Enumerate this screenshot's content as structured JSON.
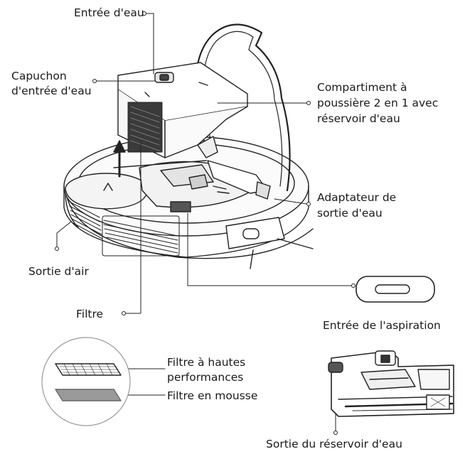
{
  "labels": {
    "water_inlet": "Entrée d'eau",
    "water_inlet_cap_line1": "Capuchon",
    "water_inlet_cap_line2": "d'entrée d'eau",
    "dustbin_line1": "Compartiment à",
    "dustbin_line2": "poussière 2 en 1 avec",
    "dustbin_line3": "réservoir d'eau",
    "outlet_adapter_line1": "Adaptateur de",
    "outlet_adapter_line2": "sortie d'eau",
    "air_outlet": "Sortie d'air",
    "filter": "Filtre",
    "suction_inlet": "Entrée de l'aspiration",
    "hepa_filter_line1": "Filtre à hautes",
    "hepa_filter_line2": "performances",
    "foam_filter": "Filtre en mousse",
    "tank_outlet": "Sortie du réservoir d'eau"
  }
}
